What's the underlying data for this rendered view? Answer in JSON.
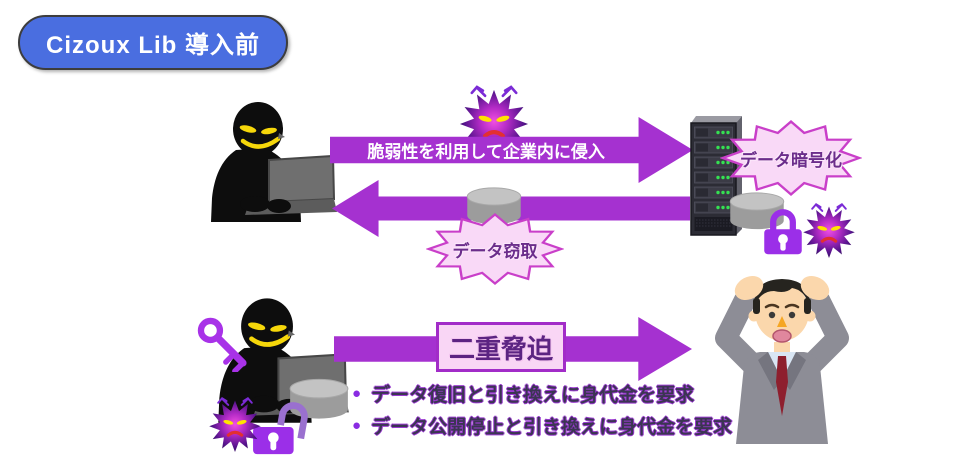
{
  "header": {
    "title": "Cizoux Lib 導入前"
  },
  "top_flow": {
    "attack_arrow_label": "脆弱性を利用して企業内に侵入",
    "encryption_bubble_label": "データ暗号化",
    "theft_bubble_label": "データ窃取"
  },
  "bottom_flow": {
    "extortion_label": "二重脅迫",
    "demands": [
      {
        "bullet": "●",
        "text": "データ復旧と引き換えに身代金を要求"
      },
      {
        "bullet": "●",
        "text": "データ公開停止と引き換えに身代金を要求"
      }
    ]
  },
  "icons": {
    "hacker": "hacker-silhouette-icon",
    "virus": "malware-virus-icon",
    "server": "server-rack-icon",
    "database": "database-cylinder-icon",
    "lock_closed": "locked-padlock-icon",
    "lock_open": "unlocked-padlock-icon",
    "key": "decryption-key-icon",
    "victim": "distressed-businessman-icon"
  },
  "colors": {
    "title_bg": "#4a6ee0",
    "arrow_purple": "#a531d0",
    "bubble_fill": "#f9d9f7",
    "bubble_border": "#c93fc9",
    "bubble_text": "#6b2d8b",
    "extortion_box_fill": "#f9d6f5",
    "lock_purple": "#9b2fe8",
    "demand_text": "#3b3552",
    "demand_outline": "#9a3ad0",
    "virus_center": "#f14fe2",
    "virus_edge": "#2a0a50"
  }
}
